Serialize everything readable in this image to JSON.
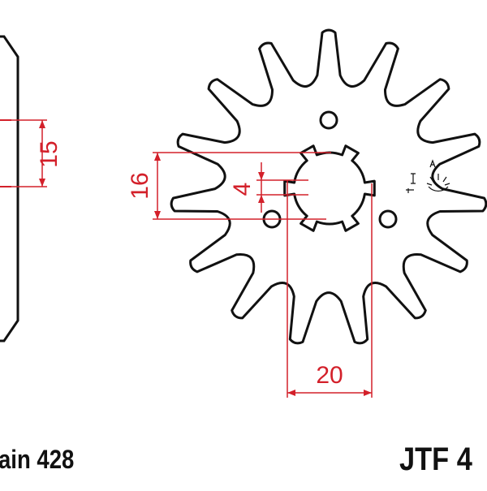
{
  "colors": {
    "outline": "#111111",
    "dimension": "#d3202a"
  },
  "dimensions": {
    "thickness": "15",
    "spline_outer": "16",
    "key_width": "4",
    "bore": "20"
  },
  "footer": {
    "chain": "ain 428",
    "part_number": "JTF 4"
  },
  "teeth": 15,
  "icons": [
    "manufacturer-logo-icon"
  ]
}
